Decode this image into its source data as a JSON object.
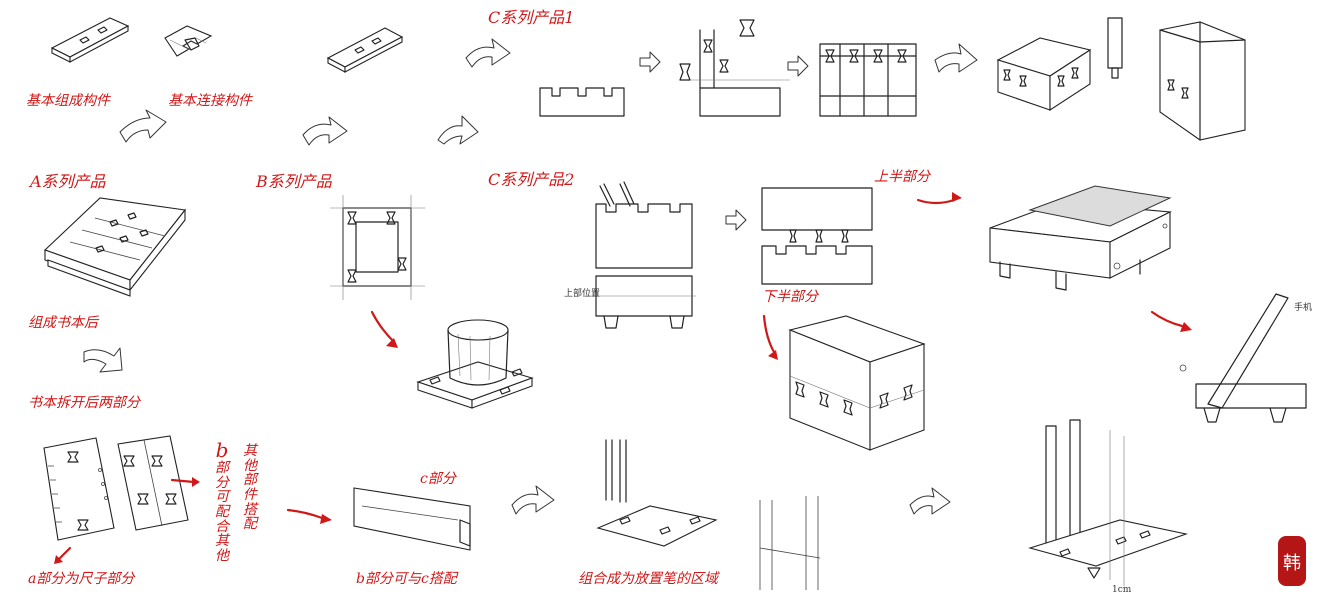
{
  "labels": {
    "basic_component": "基本组成构件",
    "basic_connector": "基本连接构件",
    "series_a": "A系列产品",
    "series_b": "B系列产品",
    "series_c1": "C系列产品1",
    "series_c2": "C系列产品2",
    "book_assembled": "组成书本后",
    "book_opened": "书本拆开后两部分",
    "part_a_ruler": "a部分为尺子部分",
    "part_b_letter": "b",
    "part_b_column": [
      "部",
      "分",
      "可",
      "配",
      "合",
      "其",
      "他"
    ],
    "part_b_column2": [
      "其",
      "他",
      "部",
      "件",
      "搭",
      "配"
    ],
    "part_c": "c部分",
    "part_b_with_c": "b部分可与c搭配",
    "pen_area": "组合成为放置笔的区域",
    "upper_half": "上半部分",
    "lower_half": "下半部分",
    "small_note_left": "上部位置",
    "small_note_phone": "手机",
    "small_note_scale": "1cm",
    "seal_char": "韩"
  },
  "colors": {
    "annotation": "#d01818",
    "ink": "#222222",
    "background": "#ffffff"
  }
}
